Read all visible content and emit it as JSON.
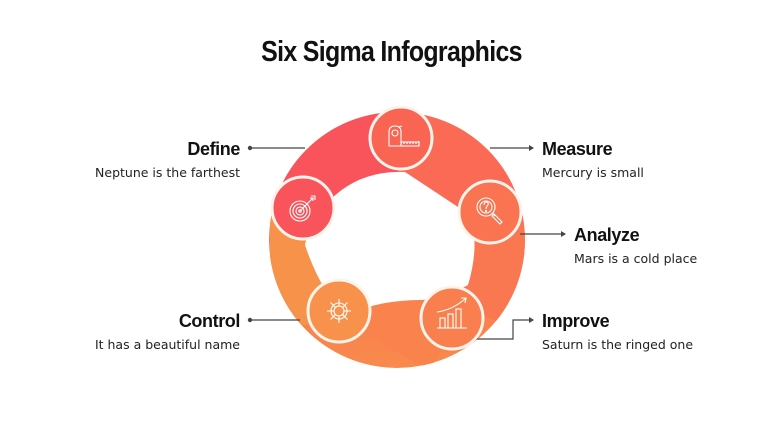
{
  "title": "Six Sigma Infographics",
  "colors": {
    "define": "#F9545B",
    "measure": "#FA6B55",
    "analyze": "#FA7351",
    "improve": "#F97D4E",
    "control": "#F7924A",
    "stroke": "#FFFFFF",
    "connector": "#444444",
    "text": "#111111"
  },
  "steps": [
    {
      "key": "define",
      "title": "Define",
      "description": "Neptune is the farthest",
      "icon": "target-icon"
    },
    {
      "key": "measure",
      "title": "Measure",
      "description": "Mercury is small",
      "icon": "tape-measure-icon"
    },
    {
      "key": "analyze",
      "title": "Analyze",
      "description": "Mars is a cold place",
      "icon": "magnifier-question-icon"
    },
    {
      "key": "improve",
      "title": "Improve",
      "description": "Saturn is the ringed one",
      "icon": "growth-chart-icon"
    },
    {
      "key": "control",
      "title": "Control",
      "description": "It has a beautiful name",
      "icon": "ship-wheel-icon"
    }
  ]
}
